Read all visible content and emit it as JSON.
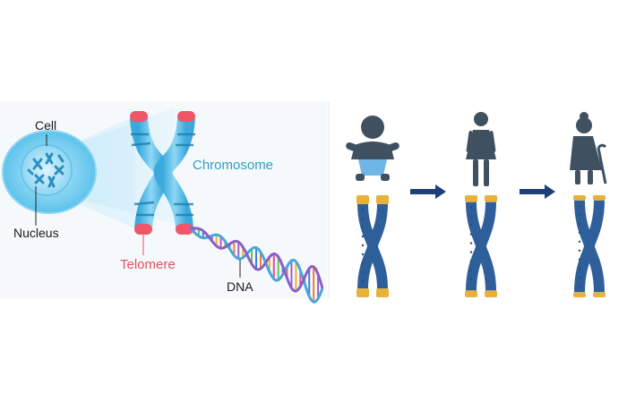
{
  "labels": {
    "cell": "Cell",
    "nucleus": "Nucleus",
    "chromosome": "Chromosome",
    "telomere": "Telomere",
    "dna": "DNA"
  },
  "aging_stages": [
    {
      "stage": "baby",
      "icon": "baby-icon",
      "telomere_length": 1.0
    },
    {
      "stage": "adult",
      "icon": "woman-icon",
      "telomere_length": 0.6
    },
    {
      "stage": "elderly",
      "icon": "elderly-woman-icon",
      "telomere_length": 0.3
    }
  ],
  "colors": {
    "chromosome_light": "#5fc4e8",
    "chromosome_dark": "#2a8fc0",
    "telomere": "#f0566a",
    "aging_chromosome": "#2f5f9a",
    "aging_telomere": "#e8b23a",
    "icon": "#3f5060",
    "arrow": "#1f3f7a"
  }
}
